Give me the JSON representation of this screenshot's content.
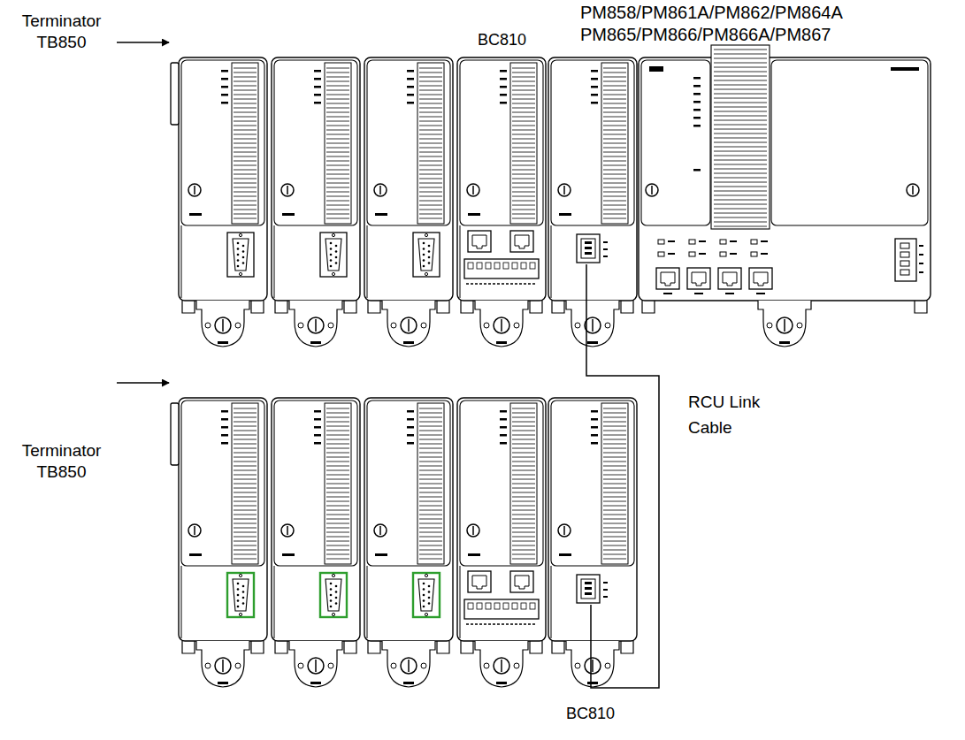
{
  "diagram": {
    "labels": [
      "PM858/PM861A/PM862/PM864A PM865/PM866/PM866A/PM867",
      "BC810",
      "Terminator TB850",
      "RCU Link Cable",
      "Terminator TB850",
      "BC810"
    ]
  }
}
